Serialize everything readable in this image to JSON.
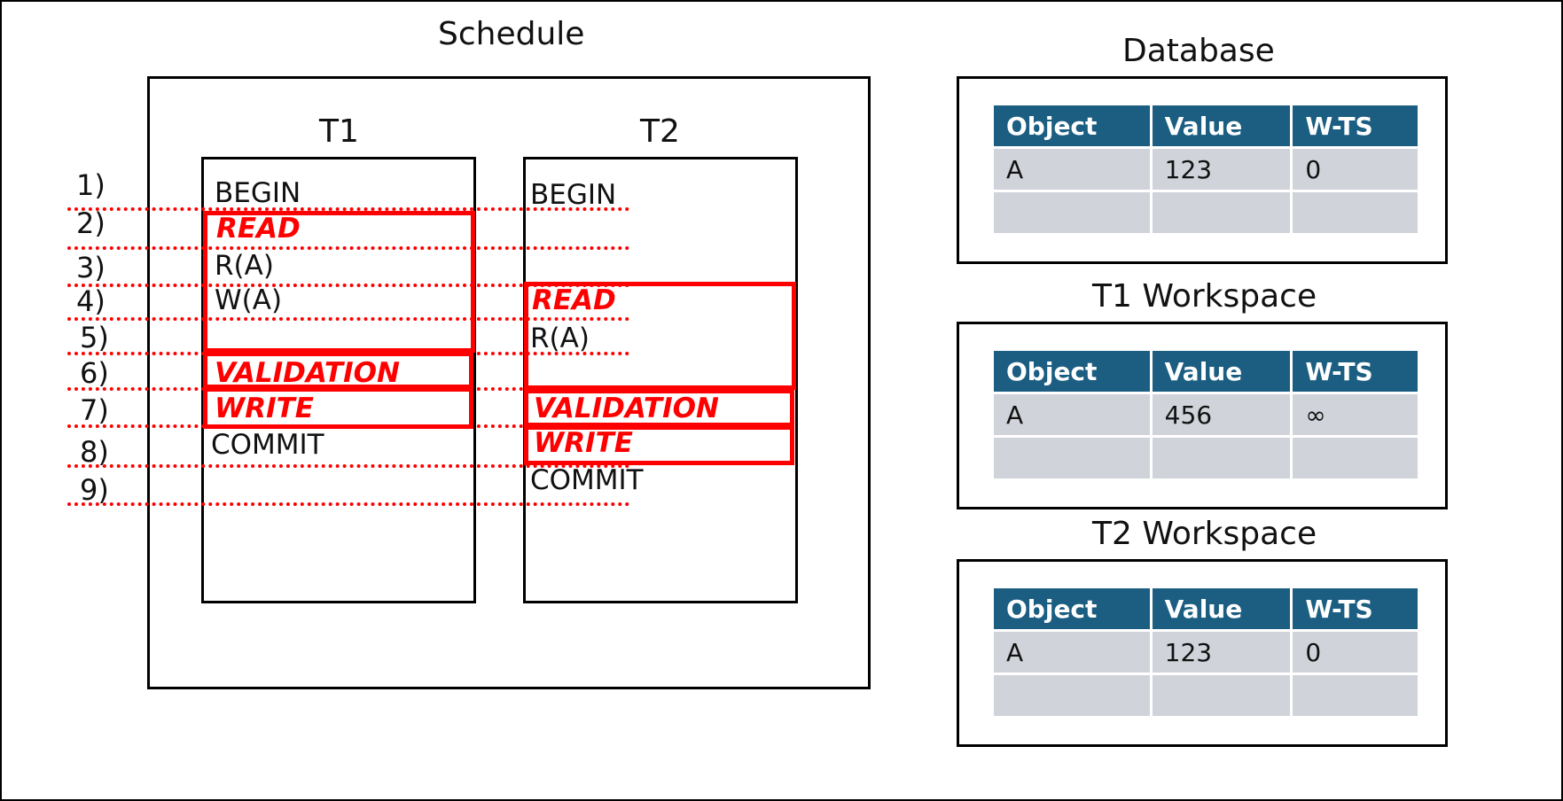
{
  "schedule": {
    "title": "Schedule",
    "steps": [
      "1)",
      "2)",
      "3)",
      "4)",
      "5)",
      "6)",
      "7)",
      "8)",
      "9)"
    ],
    "t1": {
      "label": "T1",
      "ops": [
        "BEGIN",
        "R(A)",
        "W(A)",
        "COMMIT"
      ],
      "phases": {
        "read": "READ",
        "validation": "VALIDATION",
        "write": "WRITE"
      }
    },
    "t2": {
      "label": "T2",
      "ops": [
        "BEGIN",
        "R(A)",
        "COMMIT"
      ],
      "phases": {
        "read": "READ",
        "validation": "VALIDATION",
        "write": "WRITE"
      }
    }
  },
  "tables": {
    "columns": [
      "Object",
      "Value",
      "W-TS"
    ],
    "database": {
      "title": "Database",
      "rows": [
        [
          "A",
          "123",
          "0"
        ],
        [
          "",
          "",
          ""
        ]
      ]
    },
    "t1_workspace": {
      "title": "T1 Workspace",
      "rows": [
        [
          "A",
          "456",
          "∞"
        ],
        [
          "",
          "",
          ""
        ]
      ]
    },
    "t2_workspace": {
      "title": "T2 Workspace",
      "rows": [
        [
          "A",
          "123",
          "0"
        ],
        [
          "",
          "",
          ""
        ]
      ]
    }
  },
  "colors": {
    "phase": "#ff0000",
    "table_header": "#1b5e82",
    "table_cell": "#d0d3d9"
  }
}
